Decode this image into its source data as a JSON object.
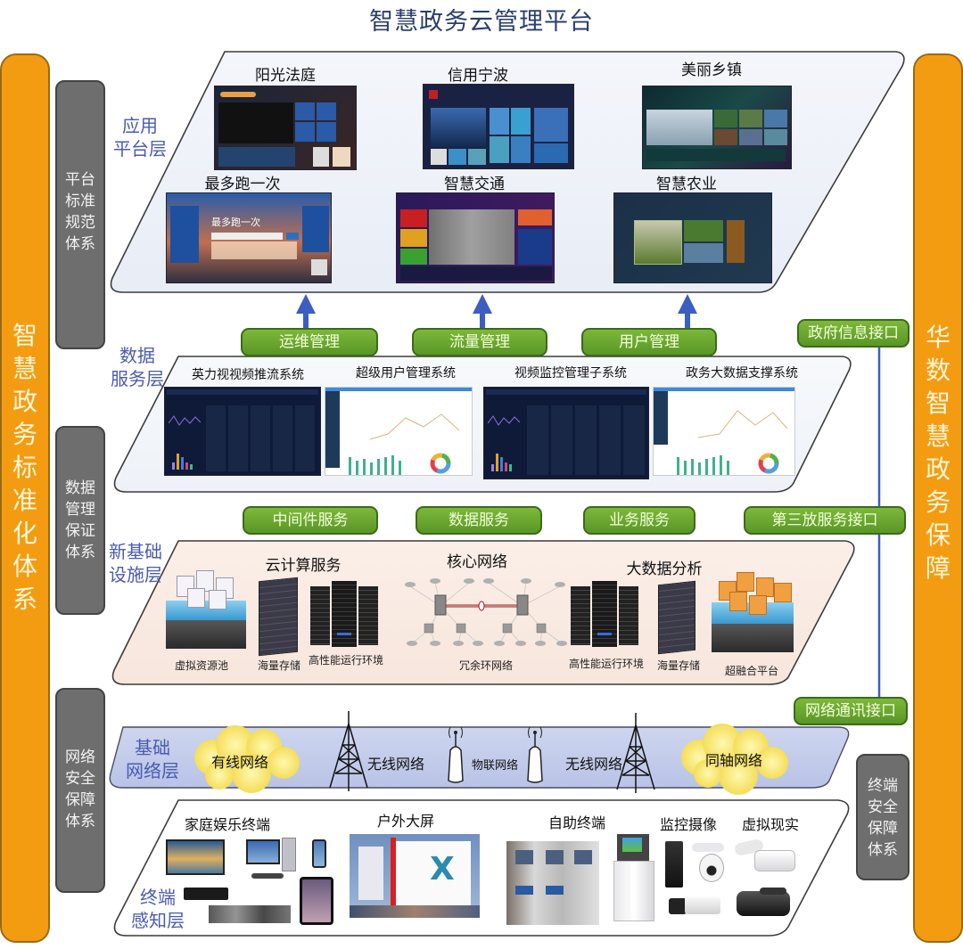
{
  "title": "智慧政务云管理平台",
  "pillars": {
    "left": "智慧政务标准化体系",
    "right": "华数智慧政务保障"
  },
  "side_bars": {
    "platform_standard": "平台标准规范体系",
    "data_management": "数据管理保证体系",
    "network_security": "网络安全保障体系",
    "terminal_security": "终端安全保障体系"
  },
  "layers": {
    "application": {
      "label": "应用平台层",
      "apps": [
        {
          "name": "阳光法庭"
        },
        {
          "name": "信用宁波"
        },
        {
          "name": "美丽乡镇"
        },
        {
          "name": "最多跑一次"
        },
        {
          "name": "智慧交通"
        },
        {
          "name": "智慧农业"
        }
      ]
    },
    "management_buttons": [
      "运维管理",
      "流量管理",
      "用户管理"
    ],
    "gov_interface": "政府信息接口",
    "data_service": {
      "label": "数据服务层",
      "systems": [
        "英力视视频推流系统",
        "超级用户管理系统",
        "视频监控管理子系统",
        "政务大数据支撑系统"
      ]
    },
    "service_buttons": [
      "中间件服务",
      "数据服务",
      "业务服务",
      "第三放服务接口"
    ],
    "infrastructure": {
      "label": "新基础设施层",
      "groups": {
        "cloud": "云计算服务",
        "core_network": "核心网络",
        "big_data": "大数据分析"
      },
      "items": [
        "虚拟资源池",
        "海量存储",
        "高性能运行环境",
        "冗余环网络",
        "高性能运行环境",
        "海量存储",
        "超融合平台"
      ]
    },
    "network_interface": "网络通讯接口",
    "base_network": {
      "label": "基础网络层",
      "items": [
        "有线网络",
        "无线网络",
        "物联网络",
        "无线网络",
        "同轴网络"
      ]
    },
    "terminal": {
      "label": "终端感知层",
      "groups": [
        "家庭娱乐终端",
        "户外大屏",
        "自助终端",
        "监控摄像",
        "虚拟现实"
      ]
    }
  },
  "colors": {
    "pillar": "#f39c12",
    "green_button": "#6aa830",
    "arrow": "#3b5fc0",
    "layer_label": "#4a5bb0",
    "grey_bar": "#6e6e6e"
  }
}
